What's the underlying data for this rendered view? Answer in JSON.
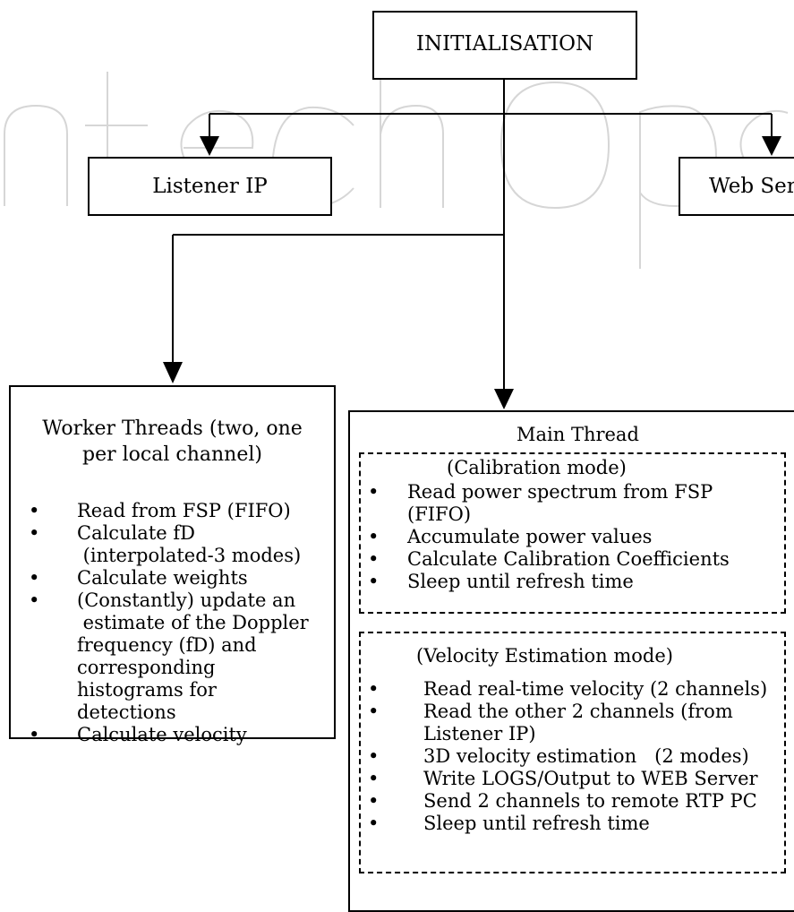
{
  "init_box": {
    "label": "INITIALISATION"
  },
  "listener_box": {
    "label": "Listener IP"
  },
  "web_box": {
    "label": "Web Ser"
  },
  "worker_box": {
    "title_line1": "Worker Threads (two, one",
    "title_line2": "per local channel)",
    "items": [
      [
        "Read from FSP (FIFO)"
      ],
      [
        "Calculate fD",
        " (interpolated-3 modes)"
      ],
      [
        "Calculate weights"
      ],
      [
        "(Constantly) update an",
        " estimate of the Doppler",
        "frequency (fD) and",
        "corresponding",
        "histograms for",
        "detections"
      ],
      [
        "Calculate velocity"
      ]
    ]
  },
  "main_box": {
    "title": "Main Thread",
    "calibration": {
      "label": "(Calibration mode)",
      "items": [
        [
          "Read power spectrum from FSP",
          "(FIFO)"
        ],
        [
          "Accumulate power values"
        ],
        [
          "Calculate Calibration Coefficients"
        ],
        [
          "Sleep until refresh time"
        ]
      ]
    },
    "velocity": {
      "label": "(Velocity Estimation mode)",
      "items": [
        [
          "Read real-time velocity (2 channels)"
        ],
        [
          "Read the other 2 channels (from",
          "Listener IP)"
        ],
        [
          "3D velocity estimation   (2 modes)"
        ],
        [
          "Write LOGS/Output to WEB Server"
        ],
        [
          "Send 2 channels to remote RTP PC"
        ],
        [
          "Sleep until refresh time"
        ]
      ]
    }
  }
}
